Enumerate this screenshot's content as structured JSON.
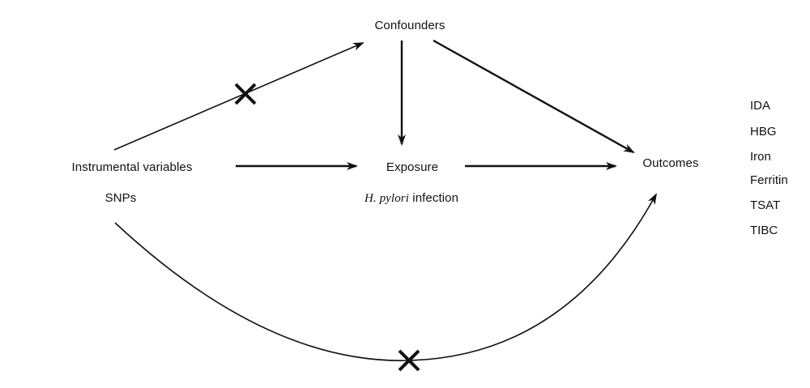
{
  "nodes": {
    "confounders": "Confounders",
    "instrumental": "Instrumental variables",
    "snps": "SNPs",
    "exposure": "Exposure",
    "exposure_sub_italic": "H. pylori",
    "exposure_sub_rest": " infection",
    "outcomes": "Outcomes"
  },
  "outcome_list": [
    "IDA",
    "HBG",
    "Iron",
    "Ferritin",
    "TSAT",
    "TIBC"
  ],
  "colors": {
    "line": "#111111",
    "background": "#ffffff"
  }
}
